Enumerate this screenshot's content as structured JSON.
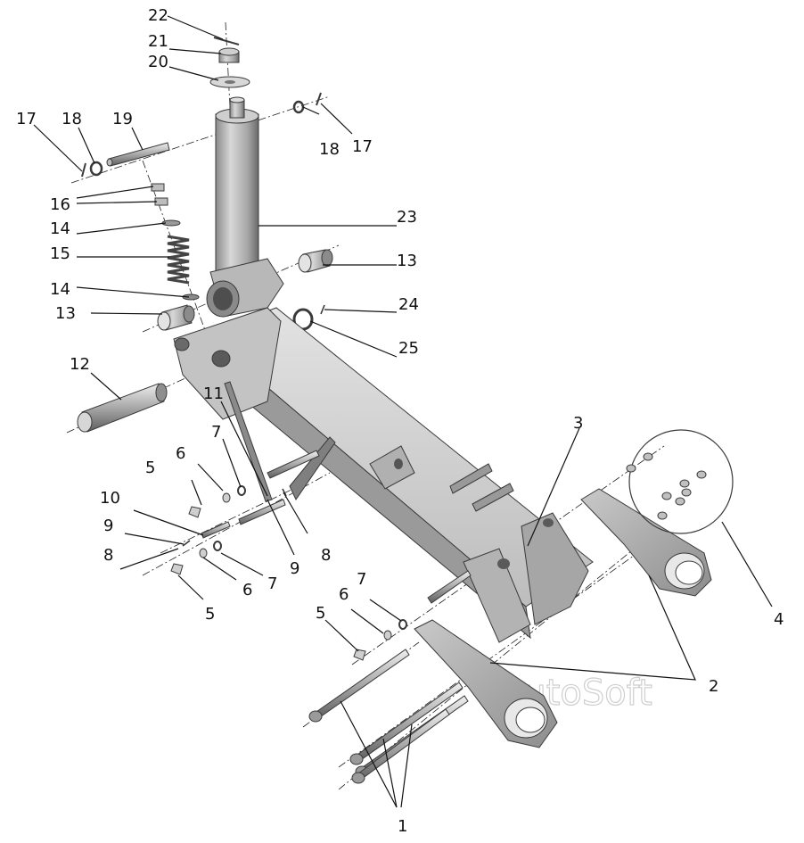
{
  "diagram": {
    "watermark": "AutoSoft",
    "callouts": [
      "1",
      "2",
      "3",
      "4",
      "5",
      "6",
      "7",
      "8",
      "9",
      "10",
      "11",
      "12",
      "13",
      "14",
      "15",
      "16",
      "17",
      "18",
      "19",
      "20",
      "21",
      "22",
      "23",
      "24",
      "25"
    ]
  },
  "colors": {
    "part_light": "#d4d4d4",
    "part_mid": "#a9a9a9",
    "part_dark": "#6e6e6e",
    "outline": "#3a3a3a",
    "text": "#111111"
  }
}
